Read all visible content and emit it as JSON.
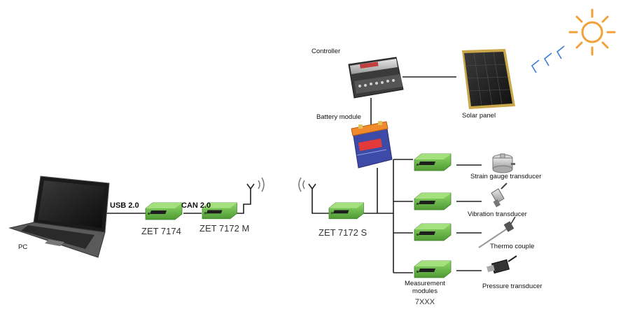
{
  "labels": {
    "pc": "PC",
    "usb": "USB 2.0",
    "can": "CAN 2.0",
    "zet7174": "ZET 7174",
    "zet7172m": "ZET 7172 M",
    "zet7172s": "ZET 7172 S",
    "controller": "Controller",
    "battery": "Battery module",
    "solar": "Solar panel",
    "strain": "Strain gauge transducer",
    "vibration": "Vibration transducer",
    "thermo": "Thermo couple",
    "pressure": "Pressure transducer",
    "measurement_line1": "Measurement",
    "measurement_line2": "modules",
    "model": "7XXX"
  },
  "colors": {
    "module_green": "#6cc04a",
    "module_dark": "#3f7f2b",
    "line": "#222222",
    "sun": "#f2a13a",
    "rays": "#3a7bd5"
  }
}
